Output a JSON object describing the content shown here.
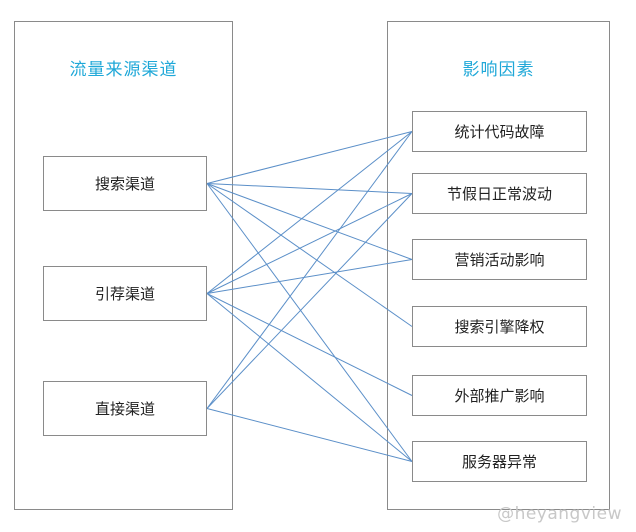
{
  "left_panel": {
    "title": "流量来源渠道",
    "nodes": [
      {
        "id": "search",
        "label": "搜索渠道"
      },
      {
        "id": "referral",
        "label": "引荐渠道"
      },
      {
        "id": "direct",
        "label": "直接渠道"
      }
    ]
  },
  "right_panel": {
    "title": "影响因素",
    "nodes": [
      {
        "id": "stats_code",
        "label": "统计代码故障"
      },
      {
        "id": "holiday",
        "label": "节假日正常波动"
      },
      {
        "id": "marketing",
        "label": "营销活动影响"
      },
      {
        "id": "search_penalty",
        "label": "搜索引擎降权"
      },
      {
        "id": "external_promo",
        "label": "外部推广影响"
      },
      {
        "id": "server",
        "label": "服务器异常"
      }
    ]
  },
  "edges": [
    [
      "search",
      "stats_code"
    ],
    [
      "search",
      "holiday"
    ],
    [
      "search",
      "marketing"
    ],
    [
      "search",
      "search_penalty"
    ],
    [
      "search",
      "server"
    ],
    [
      "referral",
      "stats_code"
    ],
    [
      "referral",
      "holiday"
    ],
    [
      "referral",
      "marketing"
    ],
    [
      "referral",
      "external_promo"
    ],
    [
      "referral",
      "server"
    ],
    [
      "direct",
      "stats_code"
    ],
    [
      "direct",
      "holiday"
    ],
    [
      "direct",
      "server"
    ]
  ],
  "watermark": "@heyangview",
  "colors": {
    "title": "#1fa8d8",
    "edge": "#5b8fc8",
    "border": "#8a8a8a"
  }
}
